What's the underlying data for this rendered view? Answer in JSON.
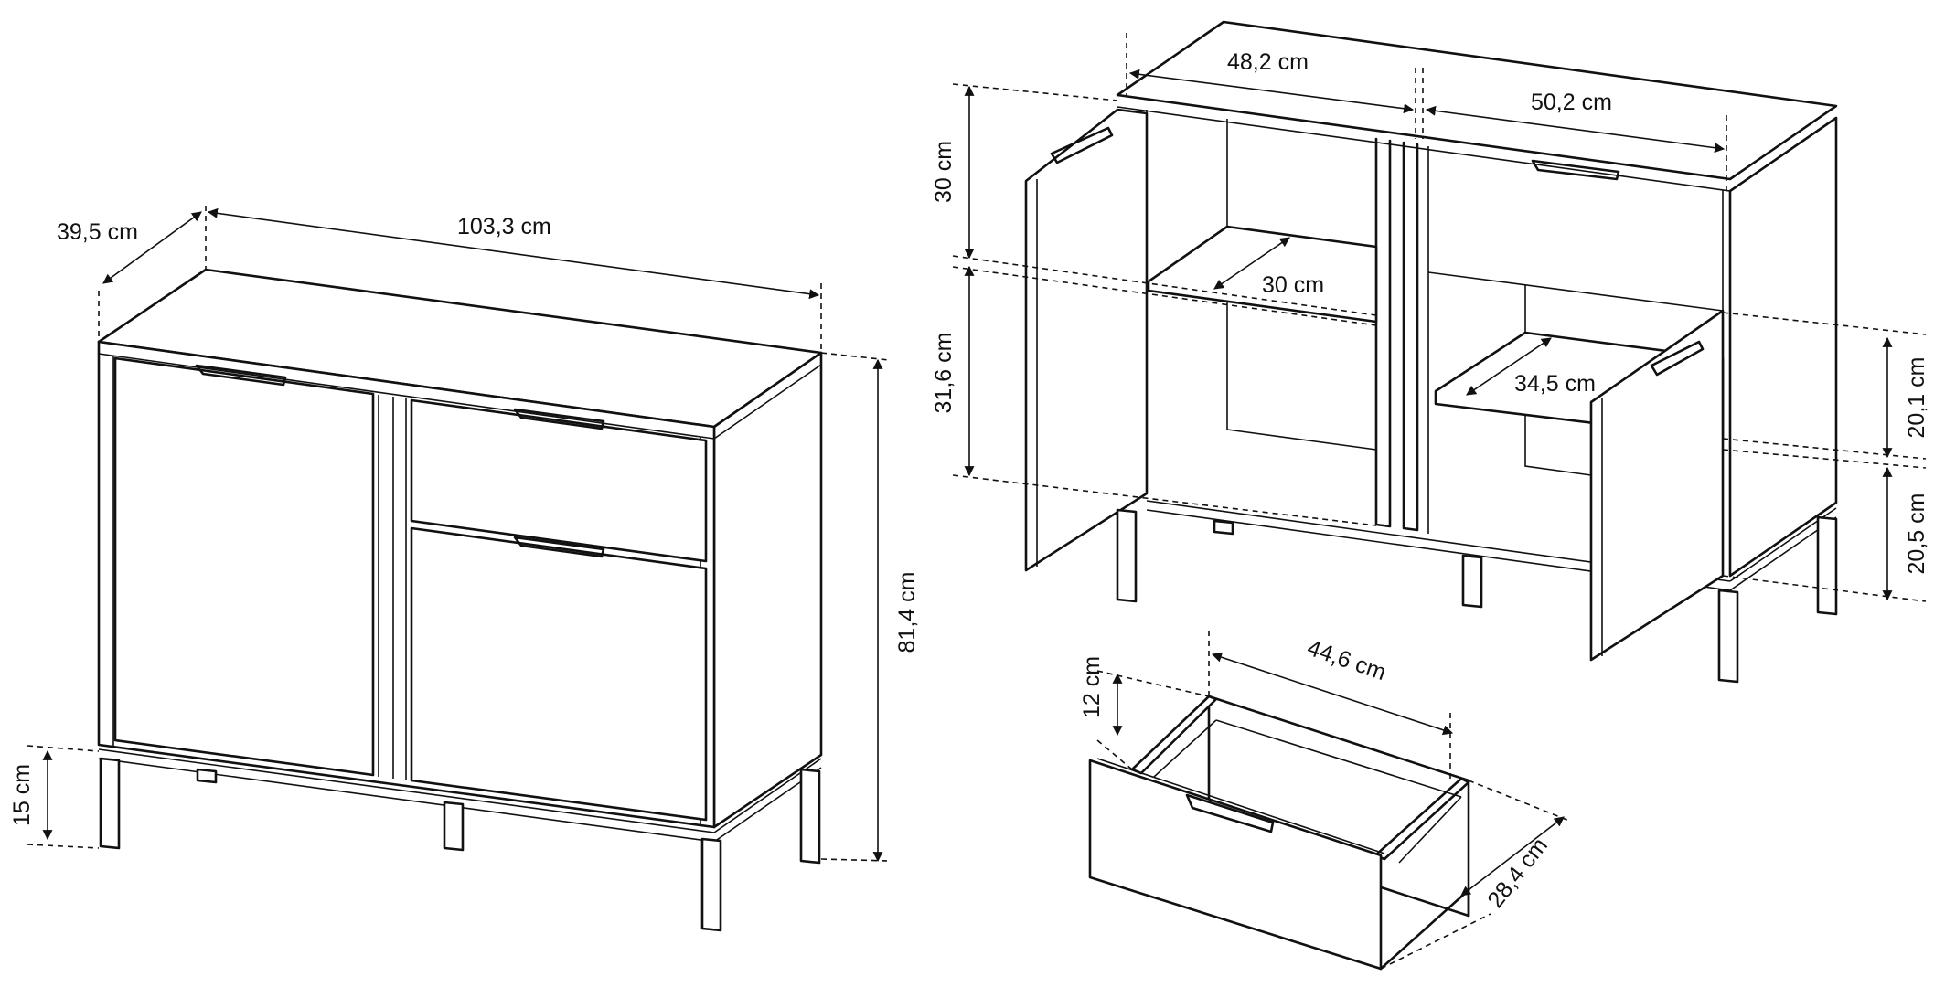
{
  "colors": {
    "line": "#111111",
    "background": "#ffffff"
  },
  "views": {
    "front": {
      "depth": "39,5 cm",
      "width": "103,3 cm",
      "height": "81,4 cm",
      "leg_height": "15 cm"
    },
    "open": {
      "left_inner_width": "48,2 cm",
      "right_inner_width": "50,2 cm",
      "upper_height": "30 cm",
      "lower_height": "31,6 cm",
      "left_shelf_depth": "30 cm",
      "right_shelf_depth": "34,5 cm",
      "right_upper_height": "20,1 cm",
      "right_lower_height": "20,5 cm"
    },
    "drawer": {
      "width": "44,6 cm",
      "height": "12 cm",
      "depth": "28,4 cm"
    }
  }
}
